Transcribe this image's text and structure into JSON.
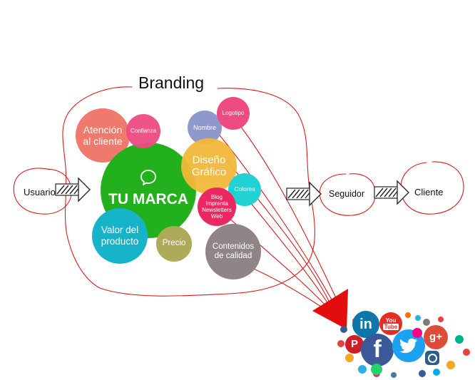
{
  "title": "Branding",
  "flow": {
    "user": "Usuario",
    "follower": "Seguidor",
    "client": "Cliente"
  },
  "bubbles": {
    "atencion": "Atención al cliente",
    "confianza": "Confianza",
    "nombre": "Nombre",
    "logotipo": "Logotipo",
    "marca": "TU MARCA",
    "diseno": "Diseño Gráfico",
    "colores": "Colores",
    "blog": "Blog Imprenta Newsletters Web",
    "valor": "Valor del producto",
    "precio": "Precio",
    "contenidos": "Contenidos de calidad"
  },
  "social": {
    "linkedin": "in",
    "youtube_1": "You",
    "youtube_2": "Tube",
    "facebook": "f",
    "googleplus": "g+"
  },
  "colors": {
    "marca": "#22b11c",
    "atencion": "#f07266",
    "confianza": "#ee4b82",
    "nombre": "#8e98cb",
    "logotipo": "#ee4b82",
    "diseno": "#f2b83a",
    "colores": "#22d2d3",
    "blog": "#ed2761",
    "valor": "#16b3c9",
    "precio": "#adaa5a",
    "contenidos": "#8f8486",
    "sketch": "#d81c1c"
  }
}
